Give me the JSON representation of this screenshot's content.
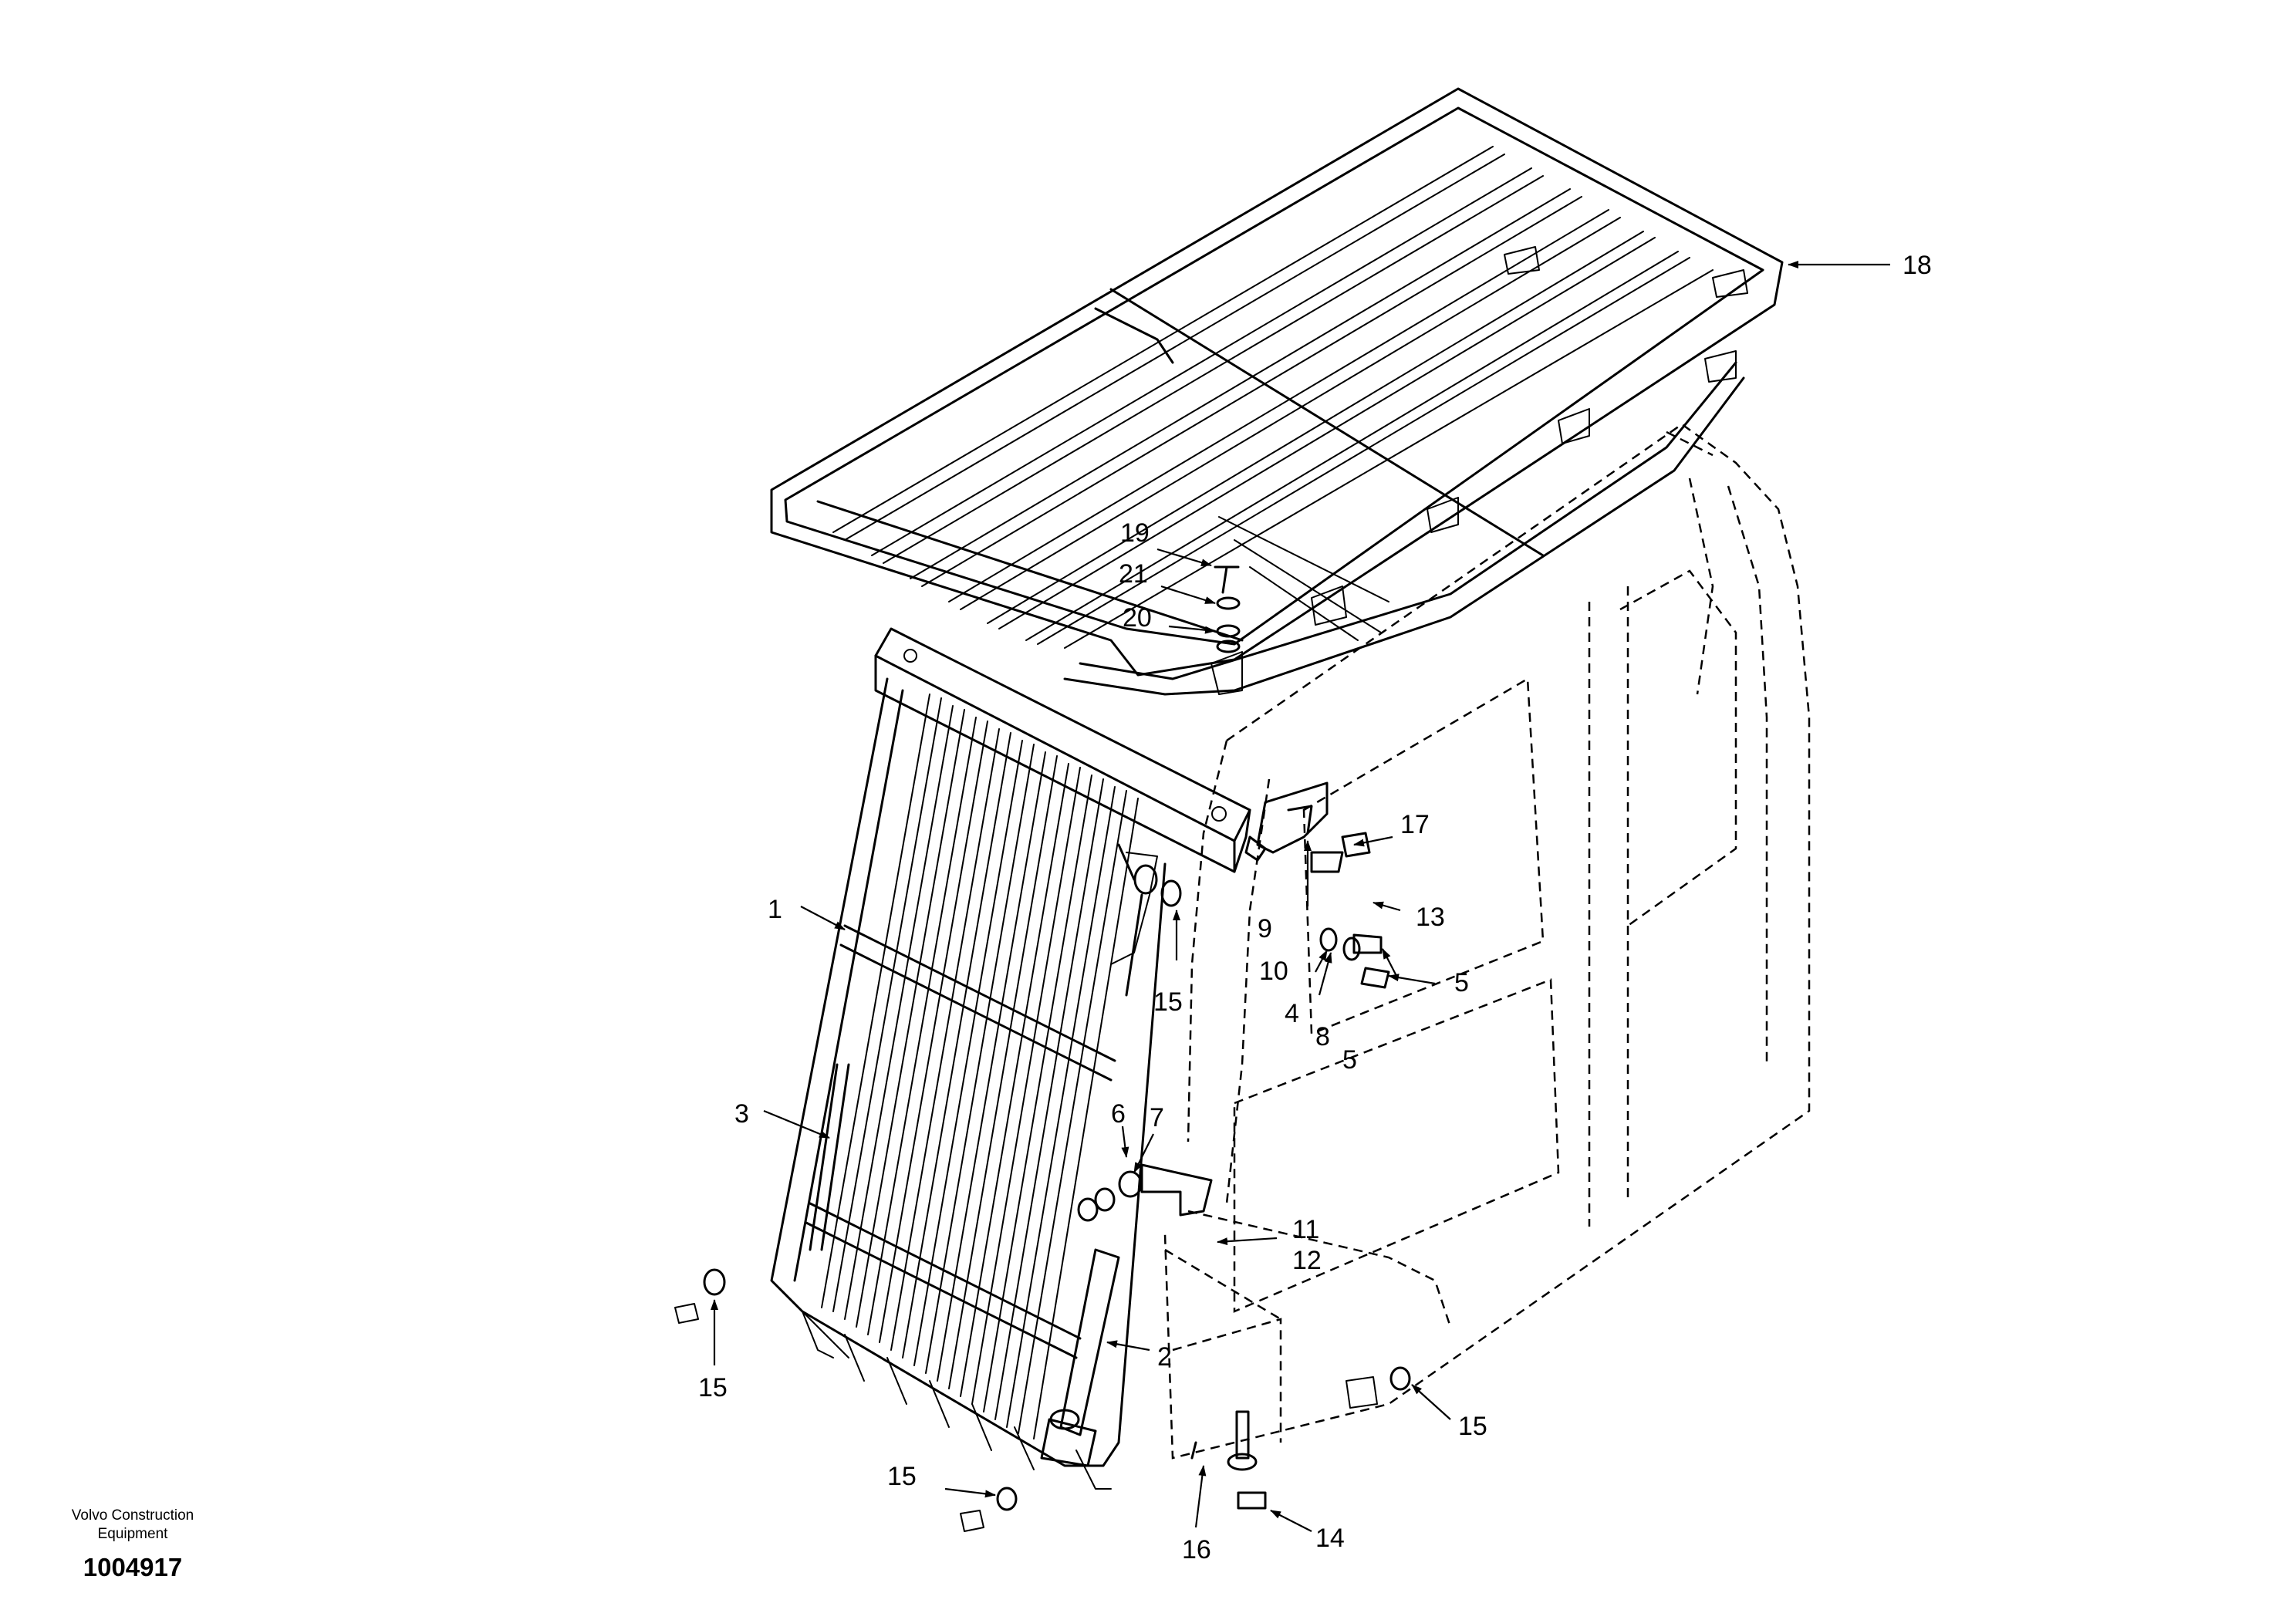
{
  "brand": {
    "line1": "Volvo Construction",
    "line2": "Equipment",
    "document_number": "1004917"
  },
  "callouts": {
    "c1": "1",
    "c2": "2",
    "c3": "3",
    "c4": "4",
    "c5a": "5",
    "c5b": "5",
    "c6": "6",
    "c7": "7",
    "c8": "8",
    "c9": "9",
    "c10": "10",
    "c11": "11",
    "c12": "12",
    "c13": "13",
    "c14": "14",
    "c15a": "15",
    "c15b": "15",
    "c15c": "15",
    "c15d": "15",
    "c16": "16",
    "c17": "17",
    "c18": "18",
    "c19": "19",
    "c20": "20",
    "c21": "21"
  },
  "colors": {
    "ink": "#000000",
    "paper": "#ffffff"
  }
}
